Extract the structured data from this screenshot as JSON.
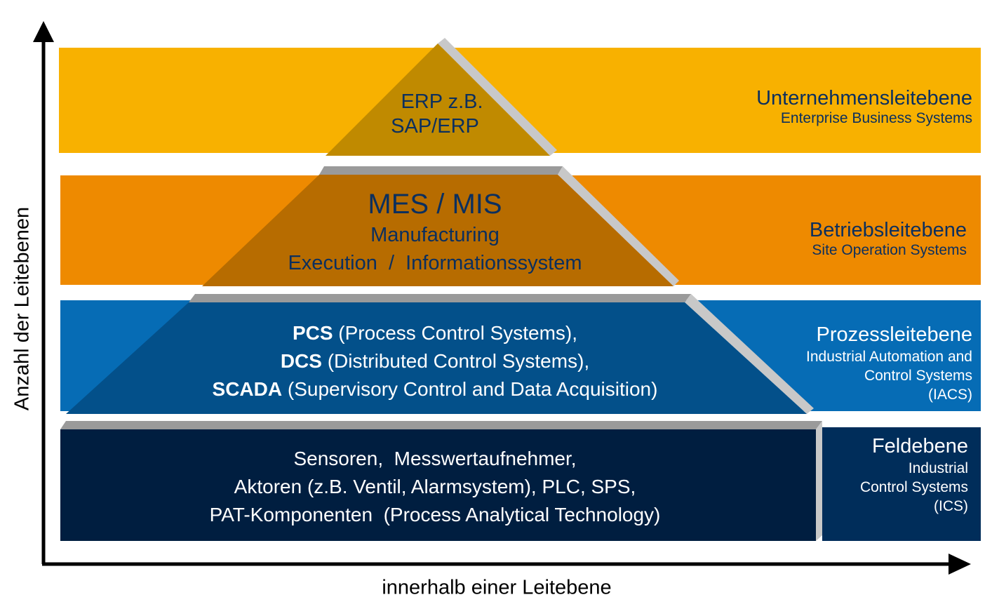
{
  "colors": {
    "erp_band": "#F8B100",
    "erp_shape": "#C08A00",
    "mes_band": "#EE8A00",
    "mes_shape": "#B76C00",
    "pcs_band": "#066CB5",
    "pcs_shape": "#03508A",
    "field_band": "#002D5A",
    "field_shape": "#001E40",
    "bevel_top": "#9A9A9A",
    "bevel_side": "#C8C8C8",
    "dark_text": "#0B2F5E",
    "light_text": "#FFFFFF",
    "axis": "#000000"
  },
  "axes": {
    "y_label": "Anzahl der Leitebenen",
    "x_label": "innerhalb einer Leitebene"
  },
  "levels": [
    {
      "id": "erp",
      "level_title": "Unternehmensleitebene",
      "level_subtitle": [
        "Enterprise Business Systems"
      ],
      "shape_lines": [
        "ERP z.B.",
        "SAP/ERP"
      ]
    },
    {
      "id": "mes",
      "level_title": "Betriebsleitebene",
      "level_subtitle": [
        "Site Operation Systems"
      ],
      "shape_heading": "MES / MIS",
      "shape_lines": [
        "Manufacturing",
        "Execution  /  Informationssystem"
      ]
    },
    {
      "id": "pcs",
      "level_title": "Prozessleitebene",
      "level_subtitle": [
        "Industrial Automation and",
        "Control Systems",
        "(IACS)"
      ],
      "shape_rows": [
        {
          "abbr": "PCS",
          "desc": " (Process Control Systems),"
        },
        {
          "abbr": "DCS",
          "desc": " (Distributed Control Systems),"
        },
        {
          "abbr": "SCADA",
          "desc": " (Supervisory Control and Data Acquisition)"
        }
      ]
    },
    {
      "id": "field",
      "level_title": "Feldebene",
      "level_subtitle": [
        "Industrial",
        "Control Systems",
        "(ICS)"
      ],
      "shape_lines": [
        "Sensoren,  Messwertaufnehmer,",
        "Aktoren (z.B. Ventil, Alarmsystem), PLC, SPS,",
        "PAT-Komponenten  (Process Analytical Technology)"
      ]
    }
  ]
}
